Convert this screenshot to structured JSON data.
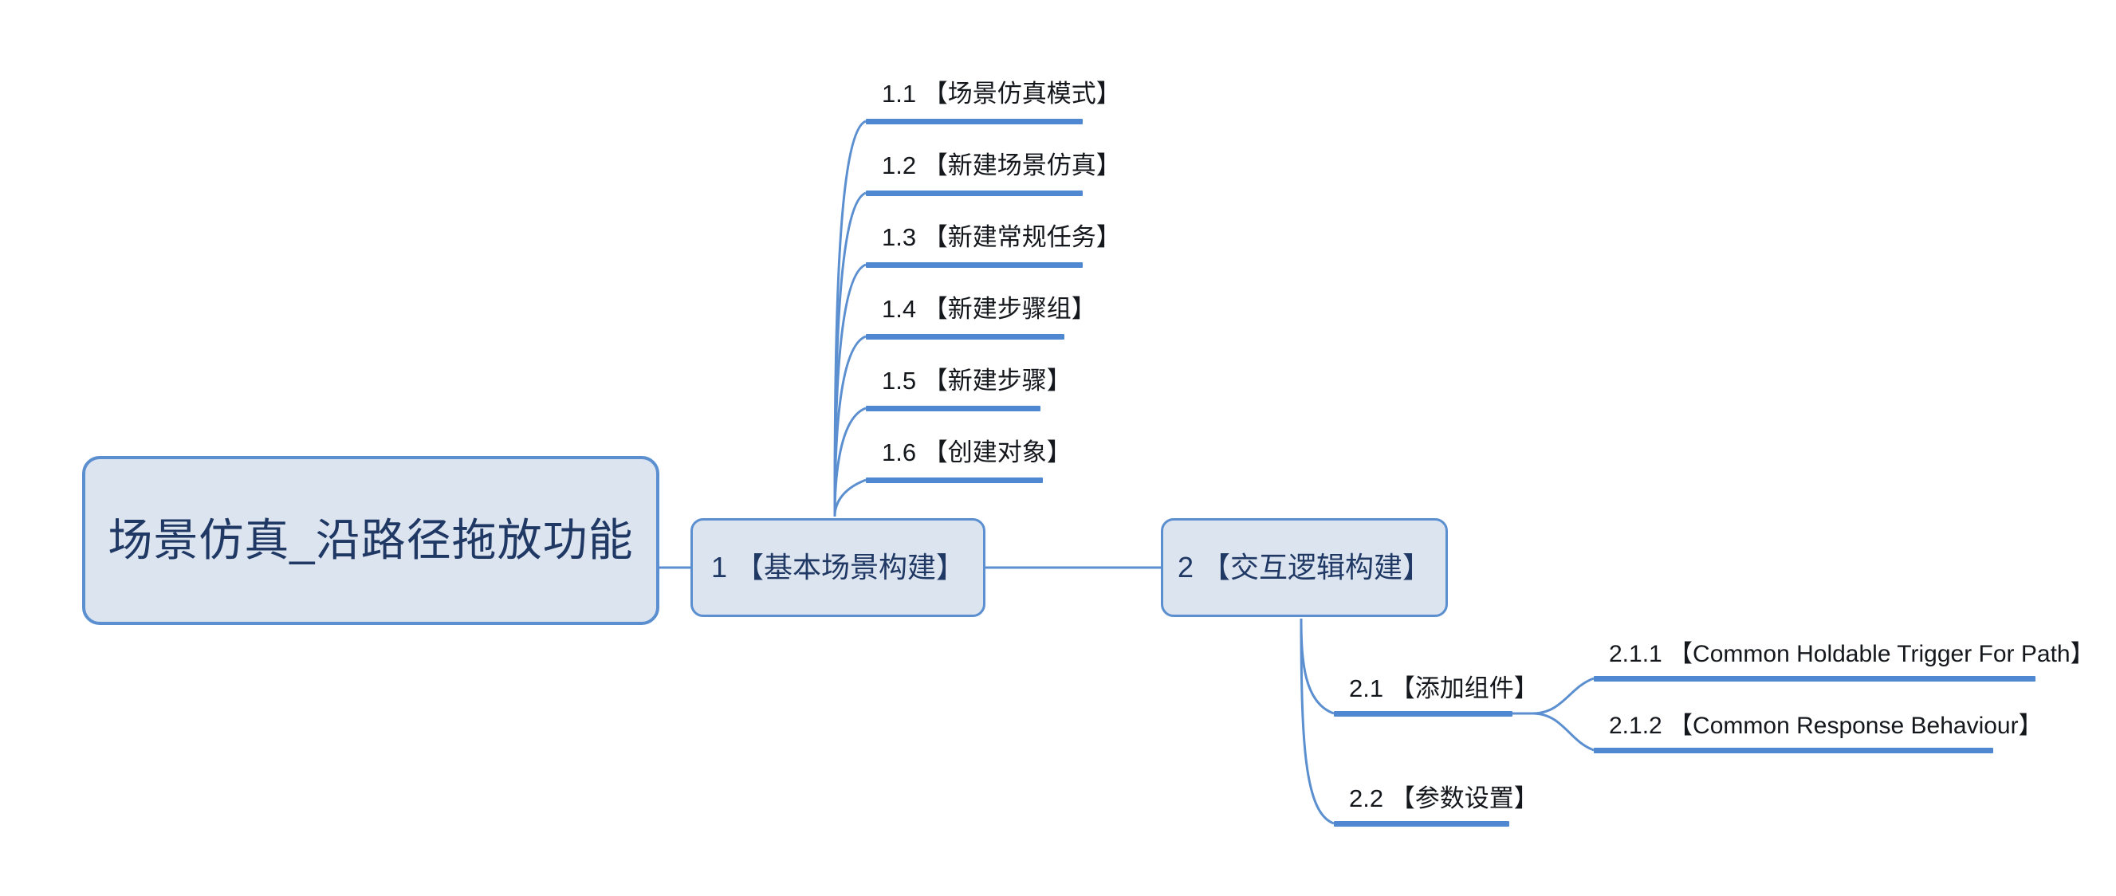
{
  "diagram": {
    "type": "mind-map",
    "title": "场景仿真_沿路径拖放功能",
    "background_color": "#ffffff",
    "accent_color": "#4f87d0",
    "node_fill_color": "#dce4f0",
    "node_border_color": "#5b8fd0",
    "node_text_color": "#1f3864",
    "leaf_text_color": "#14171c"
  },
  "root": {
    "label": "场景仿真_沿路径拖放功能"
  },
  "branches": [
    {
      "label": "1 【基本场景构建】",
      "children": [
        {
          "label": "1.1  【场景仿真模式】"
        },
        {
          "label": "1.2  【新建场景仿真】"
        },
        {
          "label": "1.3  【新建常规任务】"
        },
        {
          "label": "1.4  【新建步骤组】"
        },
        {
          "label": "1.5  【新建步骤】"
        },
        {
          "label": "1.6  【创建对象】"
        }
      ]
    },
    {
      "label": "2 【交互逻辑构建】",
      "children": [
        {
          "label": "2.1  【添加组件】",
          "children": [
            {
              "label": "2.1.1  【Common Holdable Trigger For Path】"
            },
            {
              "label": "2.1.2  【Common Response Behaviour】"
            }
          ]
        },
        {
          "label": "2.2  【参数设置】"
        }
      ]
    }
  ]
}
